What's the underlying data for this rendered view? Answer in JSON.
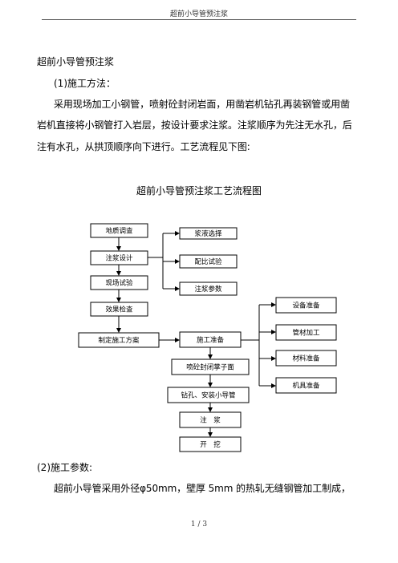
{
  "header": {
    "title": "超前小导管预注浆"
  },
  "section_title": "超前小导管预注浆",
  "step1_label": "(1)施工方法：",
  "paragraph1": {
    "line1": "采用现场加工小钢管，喷射砼封闭岩面，用凿岩机钻孔再装钢管或用凿",
    "line2": "岩机直接将小钢管打入岩层，按设计要求注浆。注浆顺序为先注无水孔，后",
    "line3": "注有水孔，从拱顶顺序向下进行。工艺流程见下图:"
  },
  "flowchart": {
    "title": "超前小导管预注浆工艺流程图",
    "boxes": {
      "geology": "地质调查",
      "grout_design": "注浆设计",
      "field_test": "现场试验",
      "effect_check": "效果检查",
      "construction_plan": "制定施工方案",
      "construction_prep": "施工准备",
      "spray_seal": "喷砼封闭掌子面",
      "drill_install": "钻孔、安装小导管",
      "grouting": "注　浆",
      "finish": "开　挖",
      "material_select": "浆液选择",
      "mix_test": "配比试验",
      "grout_params": "注浆参数",
      "equipment_prep": "设备准备",
      "pipe_processing": "管材加工",
      "material_prep": "材料准备",
      "machine_prep": "机具准备"
    }
  },
  "step2_label": "(2)施工参数:",
  "paragraph2": {
    "line1": "超前小导管采用外径φ50mm，壁厚 5mm 的热轧无缝钢管加工制成，"
  },
  "footer": {
    "page": "1 / 3"
  }
}
